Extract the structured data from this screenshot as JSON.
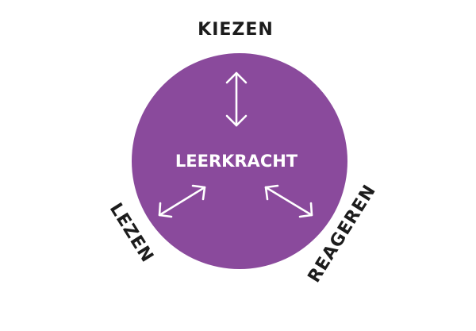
{
  "diagram": {
    "center_label": "LEERKRACHT",
    "top_label": "KIEZEN",
    "left_label": "LEZEN",
    "right_label": "REAGEREN"
  },
  "colors": {
    "circle_fill": "#8a4a9c",
    "arrow_stroke": "#ffffff",
    "center_text": "#ffffff",
    "outer_text": "#1c1c1c",
    "background": "#ffffff"
  },
  "icons": {
    "top_arrow": "double-headed-arrow-vertical",
    "left_arrow": "double-headed-arrow-diagonal",
    "right_arrow": "double-headed-arrow-diagonal"
  }
}
